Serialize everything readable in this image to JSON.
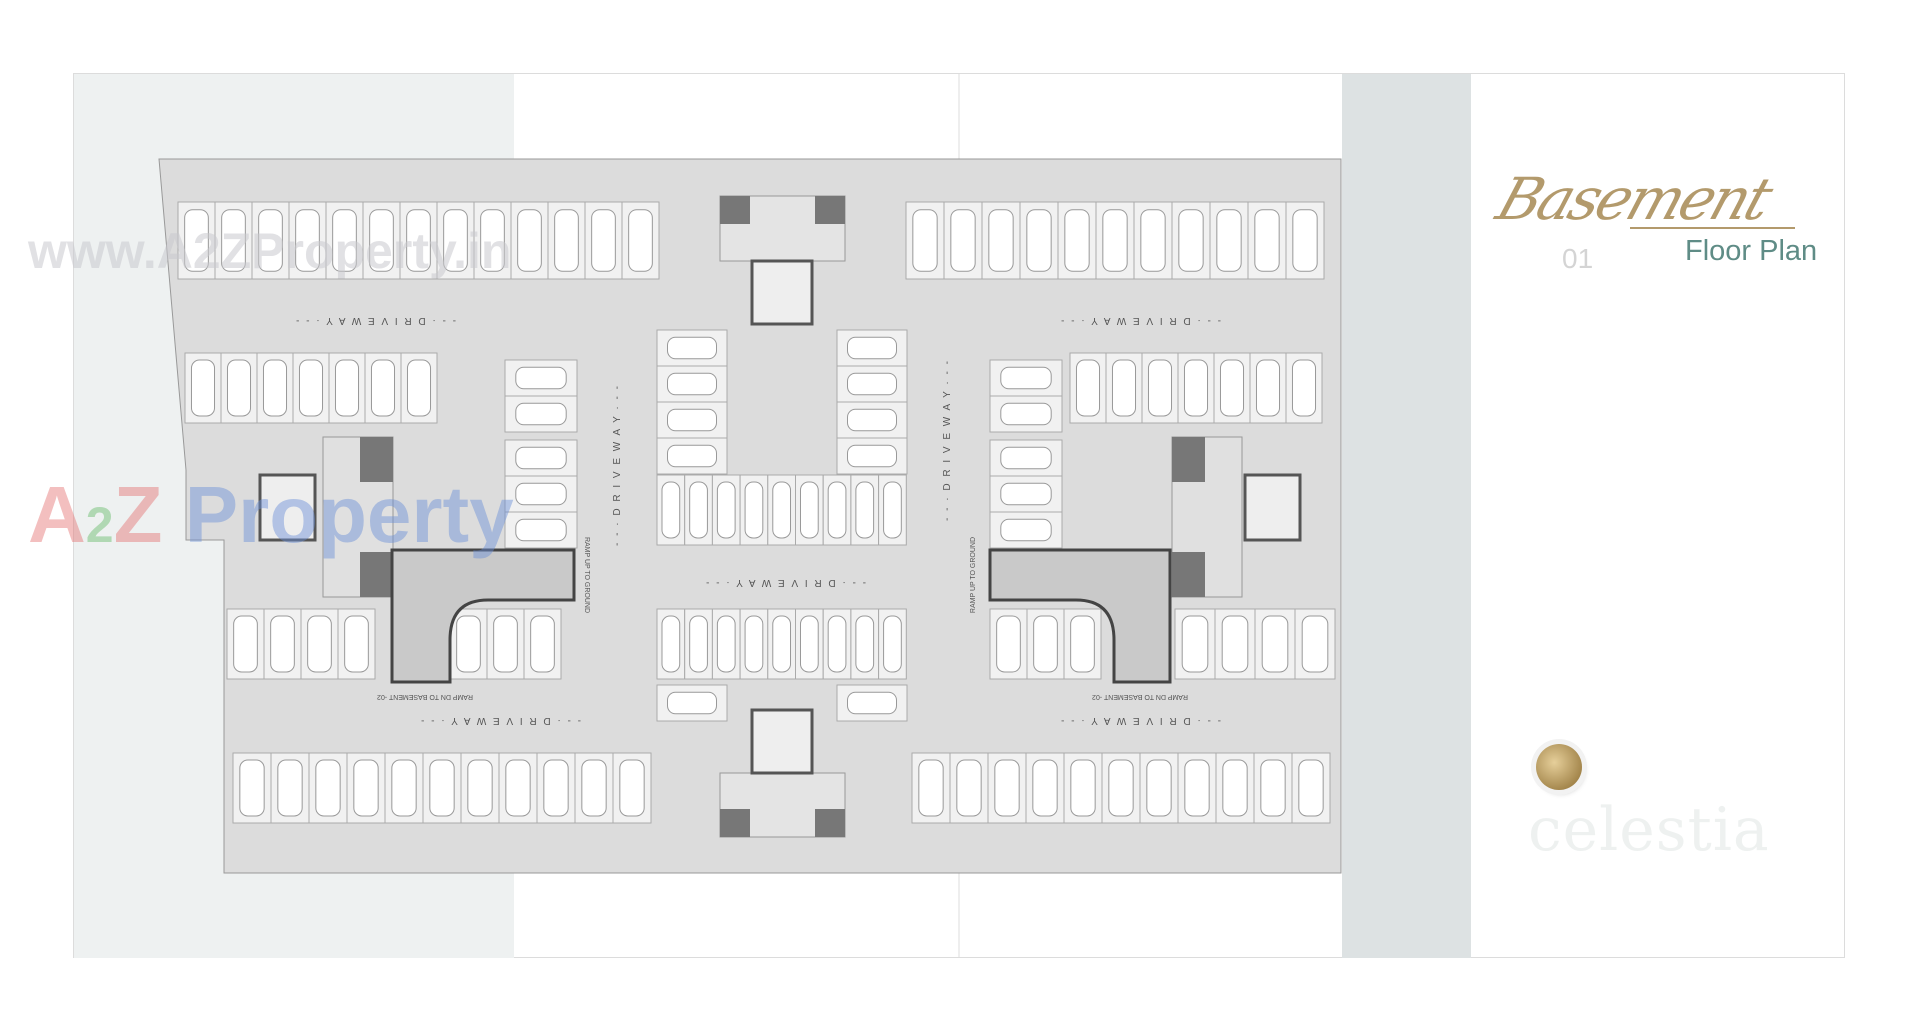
{
  "title": {
    "script": "Basement",
    "number": "01",
    "subtitle": "Floor Plan"
  },
  "brand": {
    "name": "celestia",
    "logo_icon": "gold-flower-logo-icon"
  },
  "watermark": {
    "url": "www.A2ZProperty.in",
    "logo_a": "A",
    "logo_2": "2",
    "logo_z": "Z",
    "logo_word": "Property"
  },
  "plan_labels": {
    "drive_way": "- - · D R I V E   W A Y · - -",
    "ramp_up": "RAMP UP TO GROUND",
    "ramp_down": "RAMP DN TO BASEMENT -02"
  },
  "colors": {
    "floor": "#dcdcdc",
    "stall": "#f1f1f1",
    "wall": "#555555",
    "panel_left": "#eef1f1",
    "band": "#dde2e3",
    "gold": "#b39a6c",
    "teal": "#5f8c86"
  }
}
